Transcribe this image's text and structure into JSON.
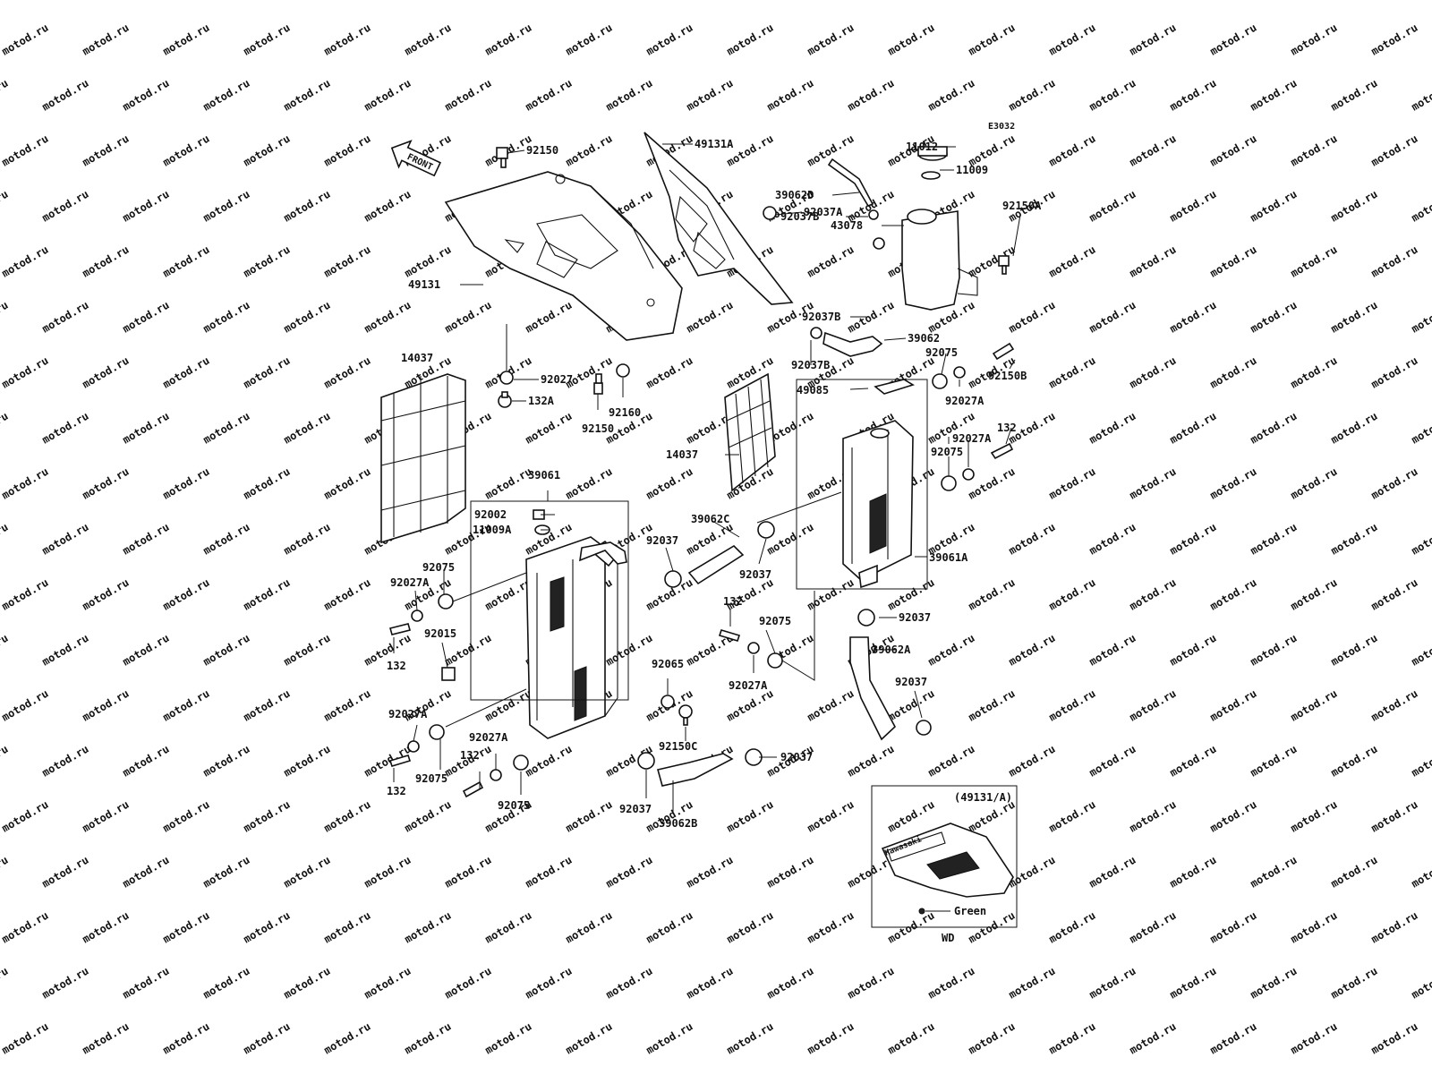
{
  "watermark": "motod.ru",
  "diagram_code": "E3032",
  "front_label": "FRONT",
  "inset": {
    "title": "(49131/A)",
    "color_label": "Green",
    "variant": "WD",
    "brand_text": "Kawasaki"
  },
  "callouts": [
    {
      "id": "92150-top",
      "text": "92150"
    },
    {
      "id": "49131A",
      "text": "49131A"
    },
    {
      "id": "11012",
      "text": "11012"
    },
    {
      "id": "11009-top",
      "text": "11009"
    },
    {
      "id": "39062D",
      "text": "39062D"
    },
    {
      "id": "92037B-1",
      "text": "92037B"
    },
    {
      "id": "92037A-1",
      "text": "92037A"
    },
    {
      "id": "43078",
      "text": "43078"
    },
    {
      "id": "92150A",
      "text": "92150A"
    },
    {
      "id": "49131",
      "text": "49131"
    },
    {
      "id": "92037B-2",
      "text": "92037B"
    },
    {
      "id": "39062",
      "text": "39062"
    },
    {
      "id": "92037B-3",
      "text": "92037B"
    },
    {
      "id": "92075-r1",
      "text": "92075"
    },
    {
      "id": "92150B",
      "text": "92150B"
    },
    {
      "id": "14037-l",
      "text": "14037"
    },
    {
      "id": "92027",
      "text": "92027"
    },
    {
      "id": "132A",
      "text": "132A"
    },
    {
      "id": "92160",
      "text": "92160"
    },
    {
      "id": "92150-mid",
      "text": "92150"
    },
    {
      "id": "49085",
      "text": "49085"
    },
    {
      "id": "92027A-r1",
      "text": "92027A"
    },
    {
      "id": "132-r",
      "text": "132"
    },
    {
      "id": "92027A-r2",
      "text": "92027A"
    },
    {
      "id": "92075-r2",
      "text": "92075"
    },
    {
      "id": "14037-c",
      "text": "14037"
    },
    {
      "id": "39061",
      "text": "39061"
    },
    {
      "id": "92002",
      "text": "92002"
    },
    {
      "id": "11009A",
      "text": "11009A"
    },
    {
      "id": "39062C",
      "text": "39062C"
    },
    {
      "id": "92037-a",
      "text": "92037"
    },
    {
      "id": "92037-b",
      "text": "92037"
    },
    {
      "id": "39061A",
      "text": "39061A"
    },
    {
      "id": "92075-l1",
      "text": "92075"
    },
    {
      "id": "92027A-l1",
      "text": "92027A"
    },
    {
      "id": "132-c",
      "text": "132"
    },
    {
      "id": "92075-c",
      "text": "92075"
    },
    {
      "id": "92037-c",
      "text": "92037"
    },
    {
      "id": "92015",
      "text": "92015"
    },
    {
      "id": "132-l1",
      "text": "132"
    },
    {
      "id": "39062A",
      "text": "39062A"
    },
    {
      "id": "92065",
      "text": "92065"
    },
    {
      "id": "92027A-c",
      "text": "92027A"
    },
    {
      "id": "92037-d",
      "text": "92037"
    },
    {
      "id": "92027A-l2",
      "text": "92027A"
    },
    {
      "id": "92150C",
      "text": "92150C"
    },
    {
      "id": "92027A-l3",
      "text": "92027A"
    },
    {
      "id": "132-l2",
      "text": "132"
    },
    {
      "id": "92037-e",
      "text": "92037"
    },
    {
      "id": "132-l3",
      "text": "132"
    },
    {
      "id": "92075-l2",
      "text": "92075"
    },
    {
      "id": "92075-l3",
      "text": "92075"
    },
    {
      "id": "92037-f",
      "text": "92037"
    },
    {
      "id": "39062B",
      "text": "39062B"
    }
  ]
}
